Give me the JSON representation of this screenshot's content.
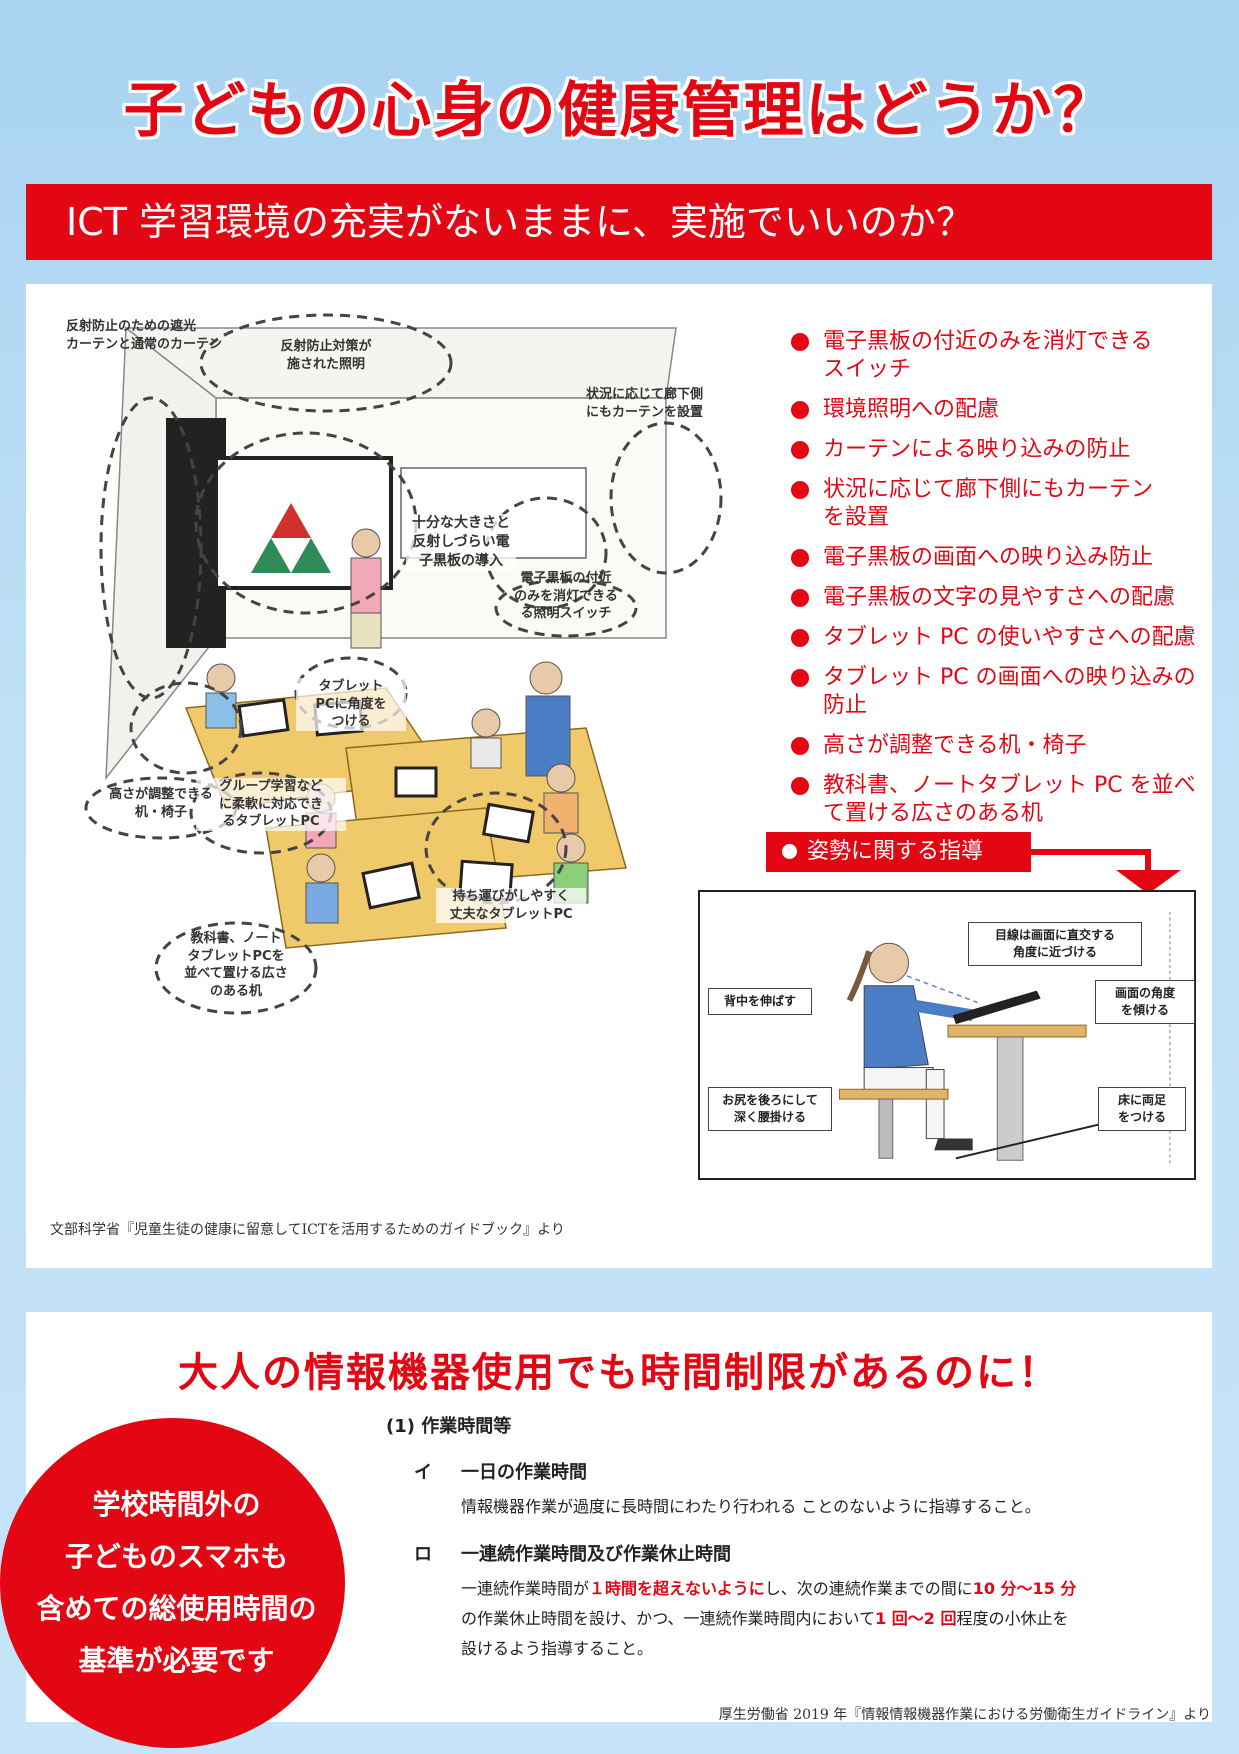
{
  "main_title": "子どもの心身の健康管理はどうか？",
  "banner_text": "ICT 学習環境の充実がないままに、実施でいいのか？",
  "illustration": {
    "callouts": [
      "反射防止のための遮光\nカーテンと通常のカーテン",
      "反射防止対策が\n施された照明",
      "状況に応じて廊下側\nにもカーテンを設置",
      "十分な大きさと\n反射しづらい電\n子黒板の導入",
      "電子黒板の付近\nのみを消灯できる\nる照明スイッチ",
      "タブレット\nPCに角度を\nつける",
      "グループ学習など\nに柔軟に対応でき\nるタブレットPC",
      "高さが調整できる\n机・椅子",
      "持ち運びがしやすく\n丈夫なタブレットPC",
      "教科書、ノート\nタブレットPCを\n並べて置ける広さ\nのある机"
    ]
  },
  "bullet_list": [
    "電子黒板の付近のみを消灯できる\nスイッチ",
    "環境照明への配慮",
    "カーテンによる映り込みの防止",
    "状況に応じて廊下側にもカーテン\nを設置",
    "電子黒板の画面への映り込み防止",
    "電子黒板の文字の見やすさへの配慮",
    "タブレット PC の使いやすさへの配慮",
    "タブレット PC の画面への映り込みの\n防止",
    "高さが調整できる机・椅子",
    "教科書、ノートタブレット PC を並べ\nて置ける広さのある机"
  ],
  "posture": {
    "label": "姿勢に関する指導",
    "labels": [
      "目線は画面に直交する\n角度に近づける",
      "背中を伸ばす",
      "画面の角度\nを傾ける",
      "お尻を後ろにして\n深く腰掛ける",
      "床に両足\nをつける"
    ]
  },
  "source1": "文部科学省『児童生徒の健康に留意してICTを活用するためのガイドブック』より",
  "section2": {
    "title": "大人の情報機器使用でも時間制限があるのに！",
    "circle_text": "学校時間外の\n子どものスマホも\n含めての総使用時間の\n基準が必要です",
    "heading": "(1) 作業時間等",
    "item_i_marker": "イ",
    "item_i_title": "一日の作業時間",
    "item_i_text": "情報機器作業が過度に長時間にわたり行われる ことのないように指導すること。",
    "item_ro_marker": "ロ",
    "item_ro_title": "一連続作業時間及び作業休止時間",
    "item_ro_text_1": "一連続作業時間が",
    "item_ro_red_1": "１時間を超えないように",
    "item_ro_text_2": "し、次の連続作業までの間に",
    "item_ro_red_2": "10 分〜15 分",
    "item_ro_text_3": "の作業休止時間を設け、かつ、一連続作業時間内において",
    "item_ro_red_3": "1 回〜2 回",
    "item_ro_text_4": "程度の小休止を",
    "item_ro_text_5": "設けるよう指導すること。"
  },
  "source2": "厚生労働省 2019 年『情報情報機器作業における労働衛生ガイドライン』より",
  "colors": {
    "accent_red": "#e30613",
    "background_blue": "#bfe0f6",
    "panel_white": "#ffffff"
  }
}
